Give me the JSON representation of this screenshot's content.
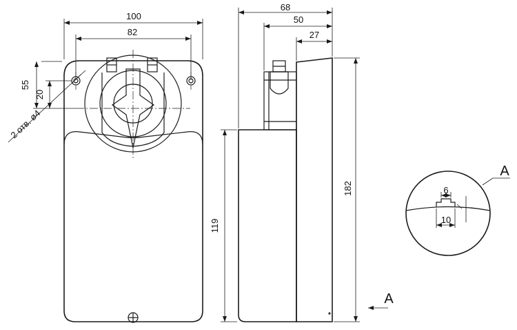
{
  "front_view": {
    "dim_width_overall": "100",
    "dim_hole_spacing": "82",
    "dim_vertical_55": "55",
    "dim_vertical_20": "20",
    "holes_note": "2 отв. ø4"
  },
  "side_view": {
    "dim_depth_68": "68",
    "dim_depth_50": "50",
    "dim_depth_27": "27",
    "dim_height_119": "119",
    "dim_height_182": "182"
  },
  "detail": {
    "label": "A",
    "dim_6": "6",
    "dim_10": "10"
  },
  "view_marker": {
    "label": "A"
  }
}
